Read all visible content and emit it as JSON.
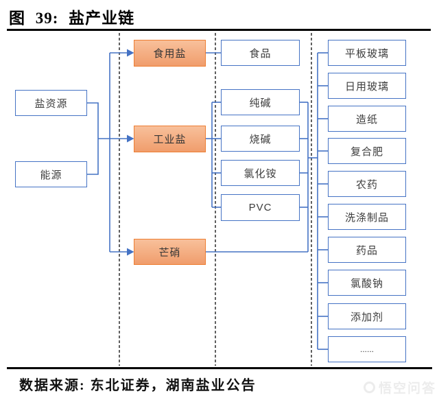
{
  "header": {
    "title": "图 39:  盐产业链"
  },
  "footer": {
    "source": "数据来源: 东北证券，湖南盐业公告",
    "watermark": "悟空问答"
  },
  "colors": {
    "line_blue": "#4472c4",
    "orange_border": "#ed7d31",
    "orange_fill_top": "#f8c09b",
    "orange_fill_bottom": "#f09d6c",
    "rule_black": "#000000"
  },
  "diagram": {
    "left": [
      {
        "label": "盐资源"
      },
      {
        "label": "能源"
      }
    ],
    "mid": [
      {
        "label": "食用盐"
      },
      {
        "label": "工业盐"
      },
      {
        "label": "芒硝"
      }
    ],
    "products": [
      {
        "label": "食品"
      },
      {
        "label": "纯碱"
      },
      {
        "label": "烧碱"
      },
      {
        "label": "氯化铵"
      },
      {
        "label": "PVC"
      }
    ],
    "applications": [
      {
        "label": "平板玻璃"
      },
      {
        "label": "日用玻璃"
      },
      {
        "label": "造纸"
      },
      {
        "label": "复合肥"
      },
      {
        "label": "农药"
      },
      {
        "label": "洗涤制品"
      },
      {
        "label": "药品"
      },
      {
        "label": "氯酸钠"
      },
      {
        "label": "添加剂"
      },
      {
        "label": "......"
      }
    ]
  }
}
